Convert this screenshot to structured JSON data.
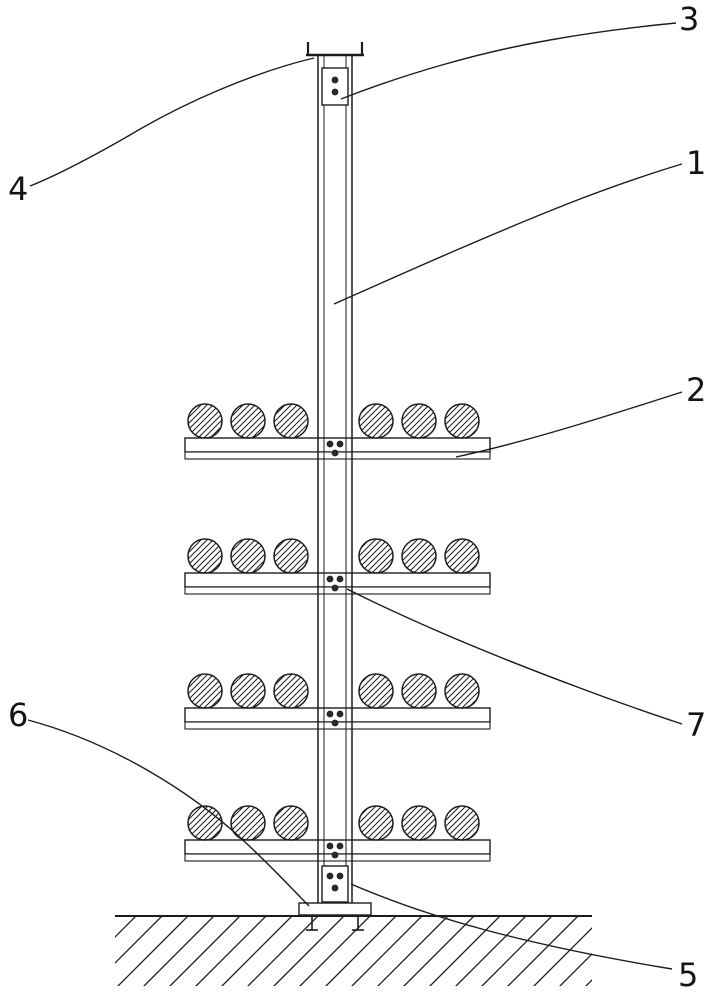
{
  "drawing": {
    "background_color": "#ffffff",
    "line_color": "#1c1c1c",
    "bolt_color": "#2a2a2a",
    "callouts": {
      "c1": "1",
      "c2": "2",
      "c3": "3",
      "c4": "4",
      "c5": "5",
      "c6": "6",
      "c7": "7"
    }
  }
}
